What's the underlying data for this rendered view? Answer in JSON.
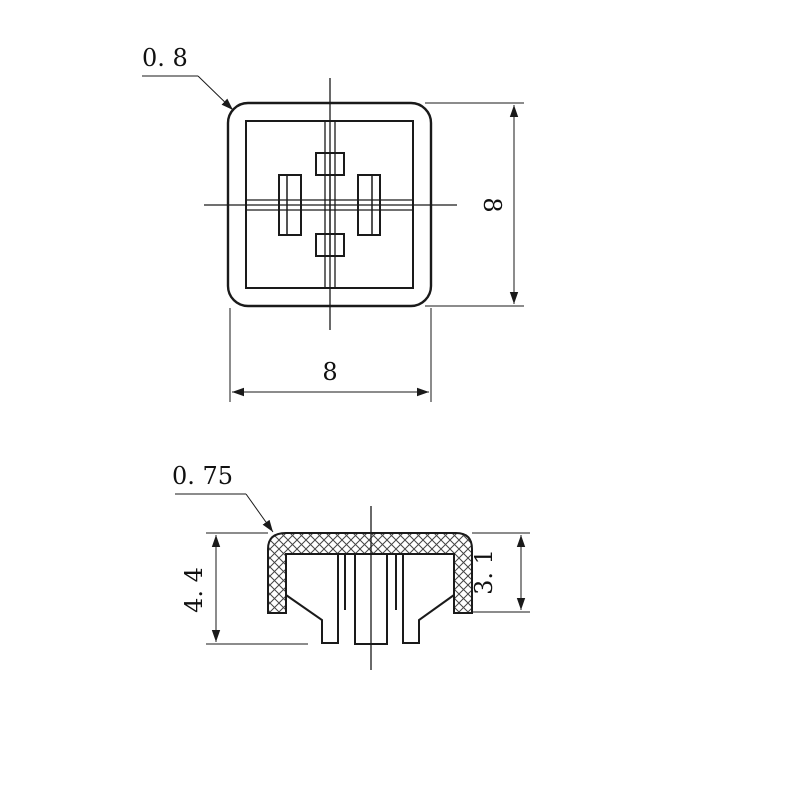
{
  "top_view": {
    "wall_thickness": "0. 8",
    "width": "8",
    "height": "8"
  },
  "side_view": {
    "wall_thickness": "0. 75",
    "total_height": "4. 4",
    "body_height": "3. 1"
  },
  "colors": {
    "line": "#1a1a1a",
    "hatch": "#444444",
    "background": "#ffffff"
  }
}
